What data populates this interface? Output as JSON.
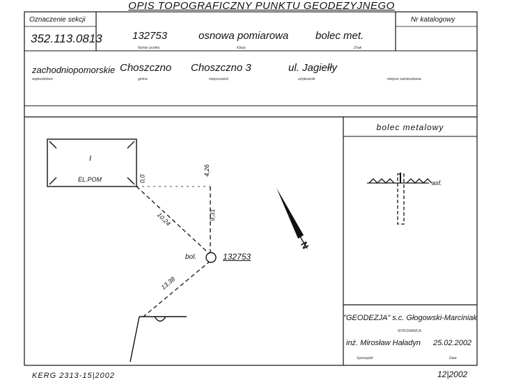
{
  "title": "OPIS TOPOGRAFICZNY PUNKTU GEODEZYJNEGO",
  "section_label": "Oznaczenie sekcji",
  "section_value": "352.113.0813",
  "catalog_label": "Nr katalogowy",
  "point": {
    "number": "132753",
    "number_caption": "Numer punktu",
    "class": "osnowa pomiarowa",
    "class_caption": "Klasa",
    "mark": "bolec met.",
    "mark_caption": "Znak"
  },
  "location": {
    "voivodeship": "zachodniopomorskie",
    "voivodeship_caption": "województwo",
    "gmina": "Choszczno",
    "gmina_caption": "gmina",
    "locality": "Choszczno 3",
    "locality_caption": "miejscowość",
    "user": "ul. Jagiełły",
    "user_caption": "użytkownik",
    "residence_caption": "miejsce zamieszkania"
  },
  "sketch": {
    "building_label": "EL.POM",
    "building_floors": "I",
    "point_label": "bol.",
    "point_number": "132753",
    "distances": [
      "10,24",
      "9,31",
      "4,26",
      "13,38"
    ],
    "corner_value": "0,0",
    "north_label": "N"
  },
  "mark_panel": {
    "title": "bolec metalowy",
    "surface": "asf."
  },
  "footer": {
    "company": "\"GEODEZJA\" s.c. Głogowski-Marciniak",
    "executor_caption": "WYKONAWCA",
    "author": "inż. Mirosław Haładyn",
    "date": "25.02.2002",
    "author_caption": "Sporządził",
    "date_caption": "Data"
  },
  "stamps": {
    "left": "KERG 2313-15|2002",
    "right": "12|2002"
  }
}
